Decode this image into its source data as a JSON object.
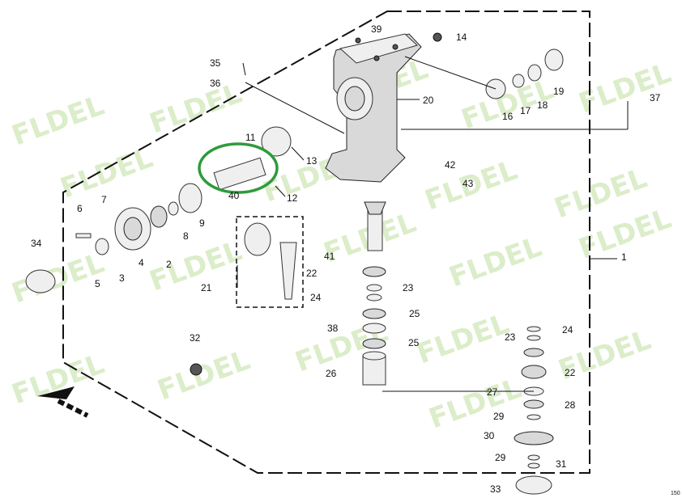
{
  "watermark": {
    "text": "FLDEL"
  },
  "callouts": [
    "1",
    "2",
    "3",
    "4",
    "5",
    "6",
    "7",
    "8",
    "9",
    "11",
    "12",
    "13",
    "14",
    "16",
    "17",
    "18",
    "19",
    "20",
    "21",
    "22",
    "23",
    "24",
    "25",
    "26",
    "27",
    "28",
    "29",
    "30",
    "31",
    "32",
    "33",
    "34",
    "35",
    "36",
    "37",
    "38",
    "39",
    "40",
    "41",
    "42",
    "43"
  ],
  "footer_code": "150",
  "highlight": {
    "color": "#2e9b3a"
  }
}
